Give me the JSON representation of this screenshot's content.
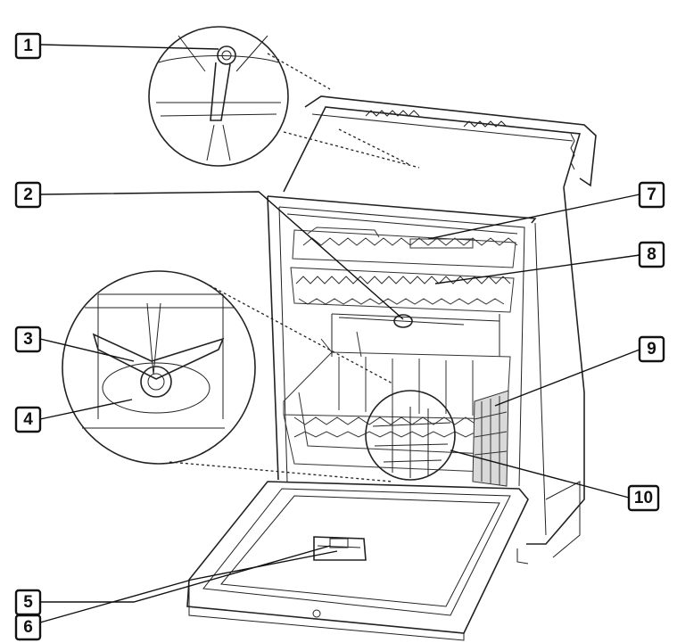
{
  "callouts": [
    {
      "id": "1",
      "label": "1"
    },
    {
      "id": "2",
      "label": "2"
    },
    {
      "id": "3",
      "label": "3"
    },
    {
      "id": "4",
      "label": "4"
    },
    {
      "id": "5",
      "label": "5"
    },
    {
      "id": "6",
      "label": "6"
    },
    {
      "id": "7",
      "label": "7"
    },
    {
      "id": "8",
      "label": "8"
    },
    {
      "id": "9",
      "label": "9"
    },
    {
      "id": "10",
      "label": "10"
    }
  ],
  "colors": {
    "line": "#111111",
    "background": "#ffffff",
    "fill_shade": "#d9d9d9"
  }
}
